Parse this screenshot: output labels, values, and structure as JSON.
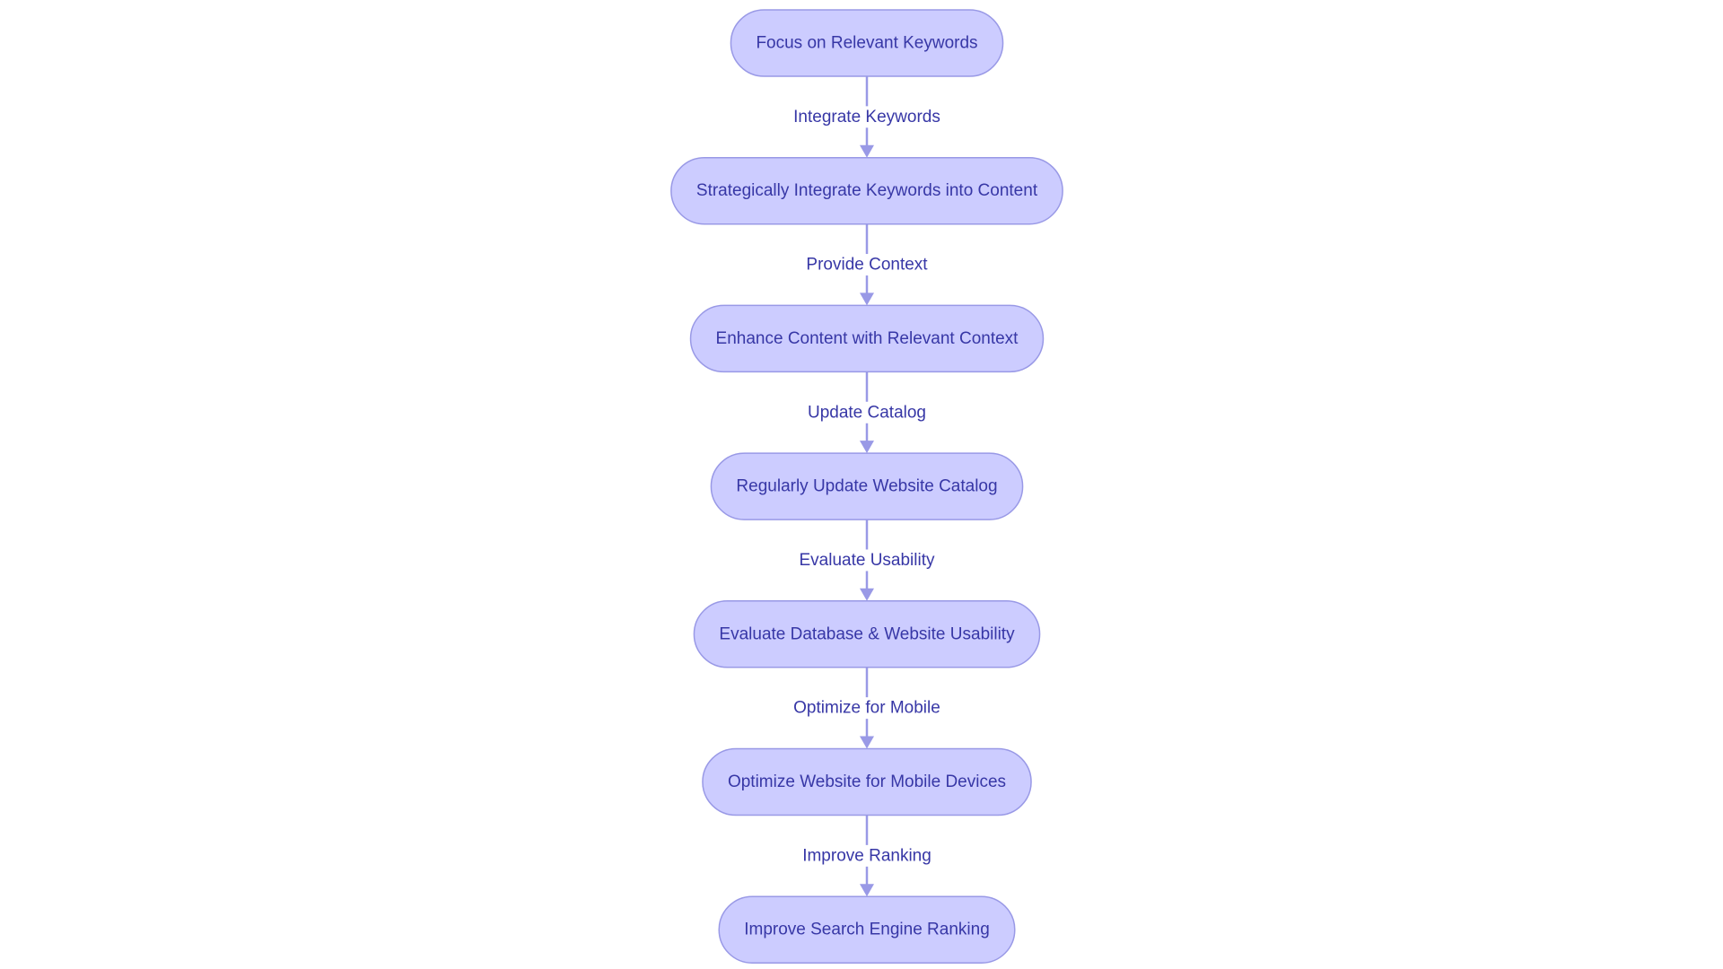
{
  "diagram": {
    "type": "flowchart",
    "direction": "top-to-bottom",
    "colors": {
      "node_fill": "#ccccff",
      "node_stroke": "#9999e6",
      "text": "#3737a6",
      "edge": "#9999e6"
    },
    "nodes": [
      {
        "id": "n1",
        "label": "Focus on Relevant Keywords"
      },
      {
        "id": "n2",
        "label": "Strategically Integrate Keywords into Content"
      },
      {
        "id": "n3",
        "label": "Enhance Content with Relevant Context"
      },
      {
        "id": "n4",
        "label": "Regularly Update Website Catalog"
      },
      {
        "id": "n5",
        "label": "Evaluate Database & Website Usability"
      },
      {
        "id": "n6",
        "label": "Optimize Website for Mobile Devices"
      },
      {
        "id": "n7",
        "label": "Improve Search Engine Ranking"
      }
    ],
    "edges": [
      {
        "from": "n1",
        "to": "n2",
        "label": "Integrate Keywords"
      },
      {
        "from": "n2",
        "to": "n3",
        "label": "Provide Context"
      },
      {
        "from": "n3",
        "to": "n4",
        "label": "Update Catalog"
      },
      {
        "from": "n4",
        "to": "n5",
        "label": "Evaluate Usability"
      },
      {
        "from": "n5",
        "to": "n6",
        "label": "Optimize for Mobile"
      },
      {
        "from": "n6",
        "to": "n7",
        "label": "Improve Ranking"
      }
    ]
  }
}
